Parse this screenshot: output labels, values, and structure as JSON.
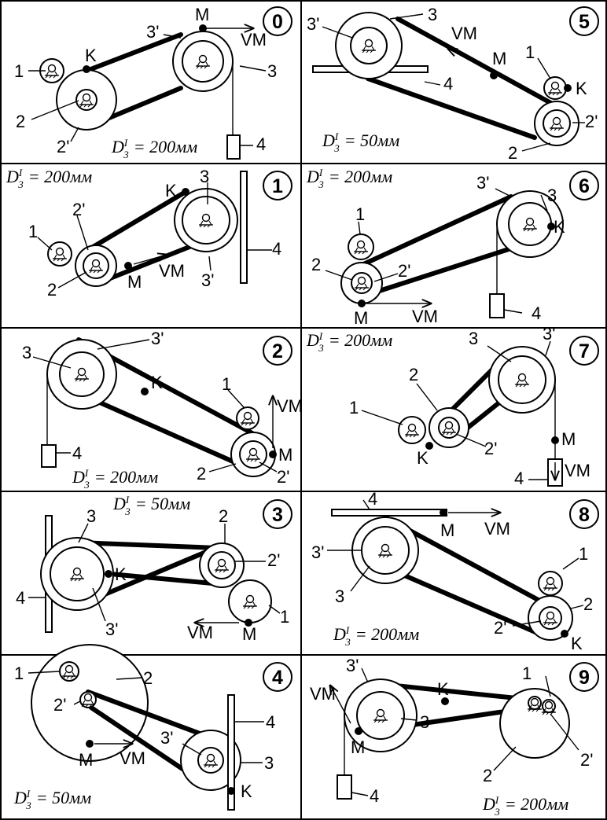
{
  "panels": [
    {
      "number": "0",
      "formula": "D",
      "formula_sup": "I",
      "formula_sub": "3",
      "formula_value": "= 200мм",
      "labels": {
        "a": "1",
        "b": "2",
        "c": "2'",
        "d": "3'",
        "e": "3",
        "f": "4",
        "k": "K",
        "m": "M",
        "v": "VM"
      }
    },
    {
      "number": "5",
      "formula": "D",
      "formula_sup": "I",
      "formula_sub": "3",
      "formula_value": "= 50мм",
      "labels": {
        "a": "3'",
        "b": "3",
        "c": "4",
        "d": "1",
        "e": "2'",
        "f": "2",
        "k": "K",
        "m": "M",
        "v": "VM"
      }
    },
    {
      "number": "1",
      "formula": "D",
      "formula_sup": "I",
      "formula_sub": "3",
      "formula_value": "= 200мм",
      "labels": {
        "a": "1",
        "b": "2'",
        "c": "2",
        "d": "3",
        "e": "3'",
        "f": "4",
        "k": "K",
        "m": "M",
        "v": "VM"
      }
    },
    {
      "number": "6",
      "formula": "D",
      "formula_sup": "I",
      "formula_sub": "3",
      "formula_value": "= 200мм",
      "labels": {
        "a": "1",
        "b": "2",
        "c": "2'",
        "d": "3'",
        "e": "3",
        "f": "4",
        "k": "K",
        "m": "M",
        "v": "VM"
      }
    },
    {
      "number": "2",
      "formula": "D",
      "formula_sup": "I",
      "formula_sub": "3",
      "formula_value": "= 200мм",
      "labels": {
        "a": "3",
        "b": "3'",
        "c": "1",
        "d": "2",
        "e": "2'",
        "f": "4",
        "k": "K",
        "m": "M",
        "v": "VM"
      }
    },
    {
      "number": "7",
      "formula": "D",
      "formula_sup": "I",
      "formula_sub": "3",
      "formula_value": "= 200мм",
      "labels": {
        "a": "3",
        "b": "3'",
        "c": "2",
        "d": "1",
        "e": "2'",
        "f": "4",
        "k": "K",
        "m": "M",
        "v": "VM"
      }
    },
    {
      "number": "3",
      "formula": "D",
      "formula_sup": "I",
      "formula_sub": "3",
      "formula_value": "= 50мм",
      "labels": {
        "a": "3",
        "b": "2",
        "c": "2'",
        "d": "4",
        "e": "3'",
        "f": "1",
        "k": "K",
        "m": "M",
        "v": "VM"
      }
    },
    {
      "number": "8",
      "formula": "D",
      "formula_sup": "I",
      "formula_sub": "3",
      "formula_value": "= 200мм",
      "labels": {
        "a": "4",
        "b": "3'",
        "c": "3",
        "d": "1",
        "e": "2",
        "f": "2'",
        "k": "K",
        "m": "M",
        "v": "VM"
      }
    },
    {
      "number": "4",
      "formula": "D",
      "formula_sup": "I",
      "formula_sub": "3",
      "formula_value": "= 50мм",
      "labels": {
        "a": "1",
        "b": "2",
        "c": "2'",
        "d": "3'",
        "e": "4",
        "f": "3",
        "k": "K",
        "m": "M",
        "v": "VM"
      }
    },
    {
      "number": "9",
      "formula": "D",
      "formula_sup": "I",
      "formula_sub": "3",
      "formula_value": "= 200мм",
      "labels": {
        "a": "3'",
        "b": "3",
        "c": "1",
        "d": "2'",
        "e": "2",
        "f": "4",
        "k": "K",
        "m": "M",
        "v": "VM"
      }
    }
  ]
}
